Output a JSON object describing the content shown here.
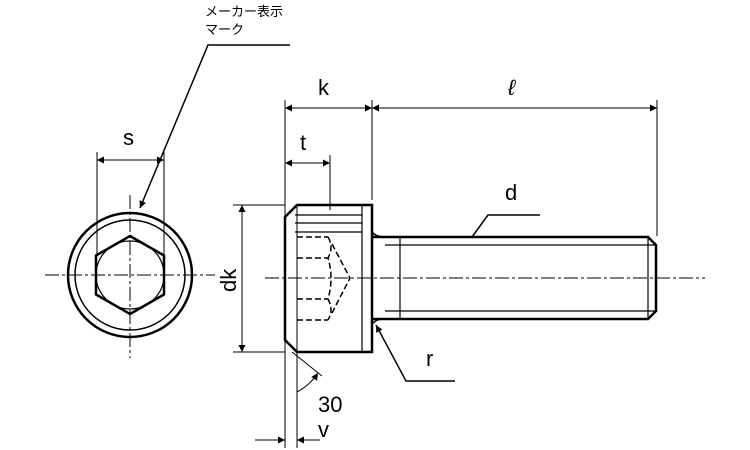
{
  "title": "Hex socket head cap screw dimension drawing",
  "labels": {
    "maker_mark_line1": "メーカー表示",
    "maker_mark_line2": "マーク",
    "s": "s",
    "k": "k",
    "l": "ℓ",
    "t": "t",
    "d": "d",
    "dk": "dk",
    "r": "r",
    "angle": "30",
    "v": "v"
  },
  "colors": {
    "line": "#000000",
    "background": "#ffffff"
  }
}
